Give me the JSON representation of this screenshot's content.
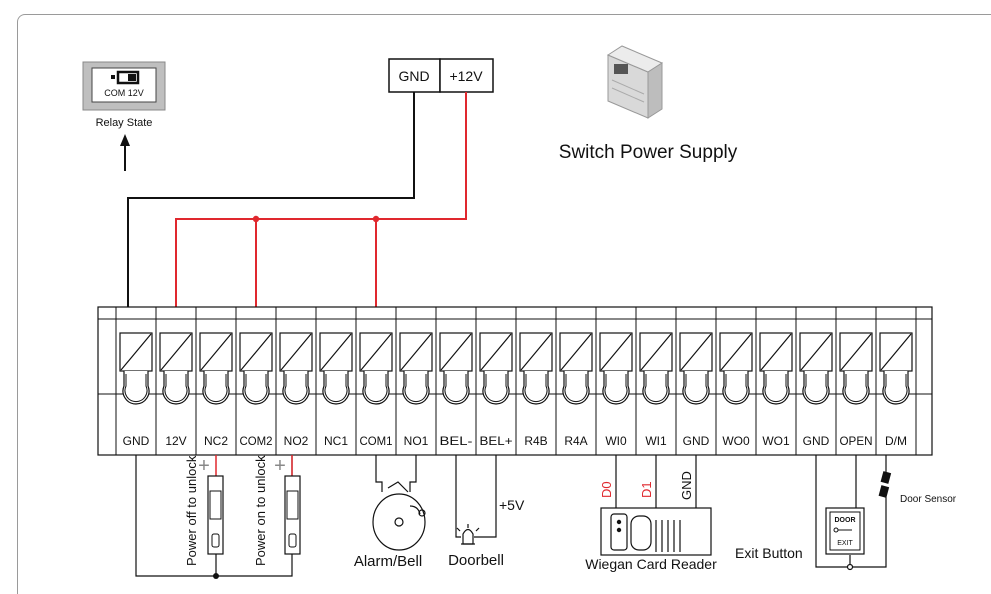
{
  "relay": {
    "com_label": "COM 12V",
    "caption": "Relay State"
  },
  "power": {
    "gnd": "GND",
    "v12": "+12V",
    "caption": "Switch Power Supply"
  },
  "terminals": [
    "GND",
    "12V",
    "NC2",
    "COM2",
    "NO2",
    "NC1",
    "COM1",
    "NO1",
    "BEL-",
    "BEL+",
    "R4B",
    "R4A",
    "WI0",
    "WI1",
    "GND",
    "WO0",
    "WO1",
    "GND",
    "OPEN",
    "D/M"
  ],
  "locks": {
    "off": {
      "label": "Power off to unlock",
      "sign": "+"
    },
    "on": {
      "label": "Power on to unlock",
      "sign": "+"
    }
  },
  "alarm": {
    "caption": "Alarm/Bell"
  },
  "doorbell": {
    "caption": "Doorbell",
    "voltage": "+5V"
  },
  "reader": {
    "d0": "D0",
    "d1": "D1",
    "gnd": "GND",
    "caption": "Wiegan Card Reader"
  },
  "exit": {
    "caption": "Exit Button",
    "door": "DOOR",
    "exit": "EXIT"
  },
  "sensor": {
    "caption": "Door Sensor"
  },
  "colors": {
    "red": "#e0282e",
    "black": "#111111"
  }
}
